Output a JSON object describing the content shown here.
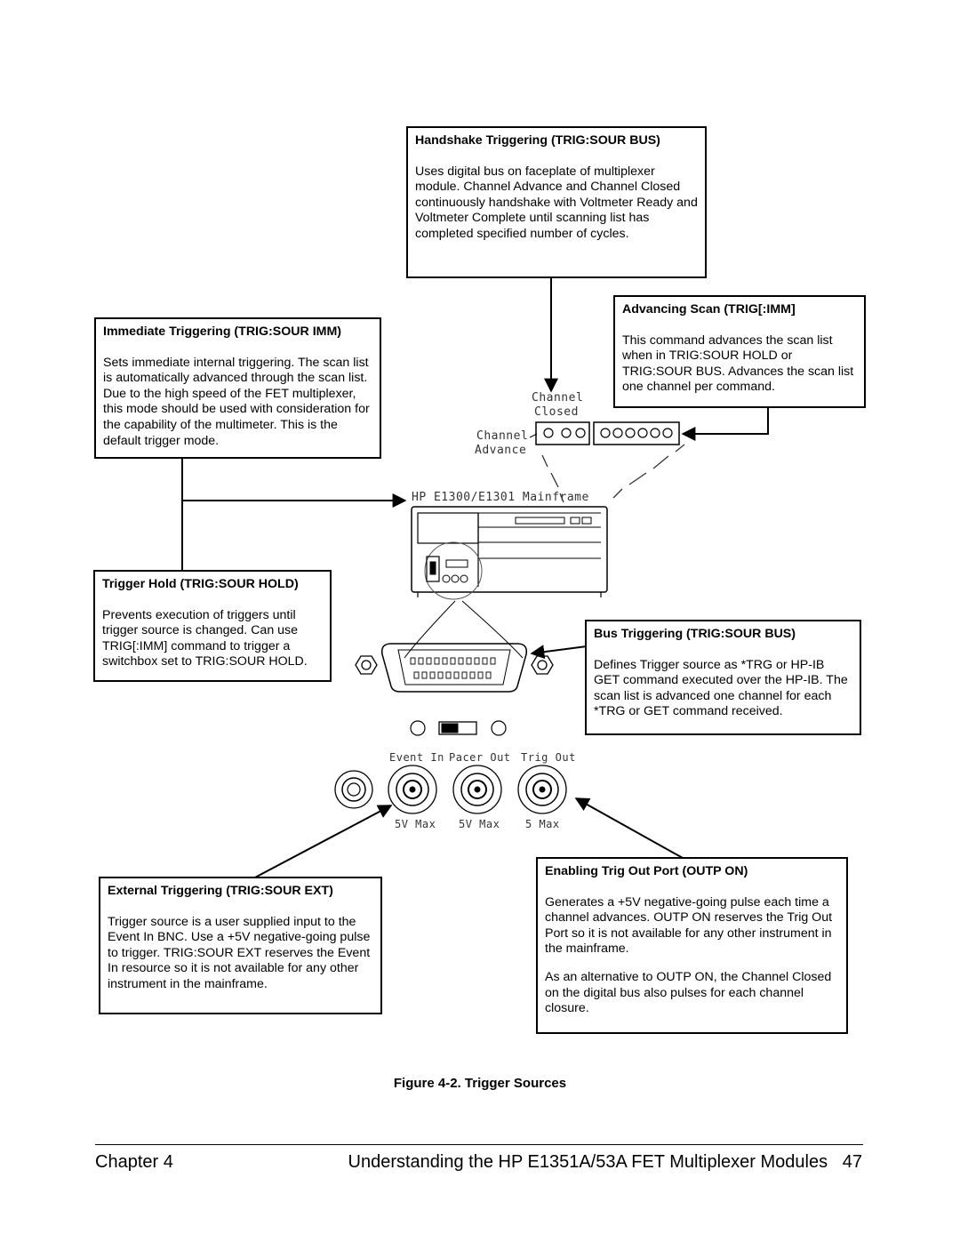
{
  "boxes": {
    "handshake": {
      "title": "Handshake Triggering (TRIG:SOUR BUS)",
      "body": "Uses digital bus on faceplate of multiplexer module. Channel Advance and Channel Closed continuously handshake with Voltmeter Ready and Voltmeter Complete until scanning list has completed specified number of cycles."
    },
    "advancing": {
      "title": "Advancing Scan (TRIG[:IMM]",
      "body": "This command advances the scan list when in TRIG:SOUR HOLD or TRIG:SOUR BUS. Advances the scan list one channel per command."
    },
    "immediate": {
      "title": "Immediate Triggering (TRIG:SOUR IMM)",
      "body": "Sets immediate internal triggering. The scan list is automatically advanced through the scan list. Due to the high speed of the FET multiplexer, this mode should be used with consideration for the capability of the multimeter. This is the default trigger mode."
    },
    "hold": {
      "title": "Trigger Hold (TRIG:SOUR HOLD)",
      "body": "Prevents execution of triggers until trigger source is changed. Can use TRIG[:IMM] command to trigger a switchbox set to TRIG:SOUR HOLD."
    },
    "bus": {
      "title": "Bus Triggering (TRIG:SOUR BUS)",
      "body": "Defines Trigger source as *TRG or HP-IB GET command executed over the HP-IB. The scan list is advanced one channel for each *TRG or GET command received."
    },
    "external": {
      "title": "External Triggering (TRIG:SOUR EXT)",
      "body": "Trigger source is a user supplied input to the Event In BNC. Use a +5V negative-going pulse to trigger. TRIG:SOUR EXT reserves the Event In resource so it is not available for any other instrument in the mainframe."
    },
    "outp": {
      "title": "Enabling Trig Out Port (OUTP ON)",
      "body": "Generates a +5V negative-going pulse each time a channel advances. OUTP ON reserves the Trig Out Port so it is not available for any other instrument in the mainframe.",
      "body2": "As an alternative to OUTP ON, the Channel Closed on the digital bus also pulses for each channel closure."
    }
  },
  "labels": {
    "channel_closed_1": "Channel",
    "channel_closed_2": "Closed",
    "channel_advance_1": "Channel",
    "channel_advance_2": "Advance",
    "mainframe": "HP E1300/E1301 Mainframe",
    "event_in": "Event In",
    "pacer_out": "Pacer Out",
    "trig_out": "Trig Out",
    "max1": "5V Max",
    "max2": "5V Max",
    "max3": "5 Max"
  },
  "caption": "Figure 4-2. Trigger Sources",
  "footer": {
    "chapter": "Chapter 4",
    "title": "Understanding the HP E1351A/53A FET Multiplexer Modules   47"
  }
}
